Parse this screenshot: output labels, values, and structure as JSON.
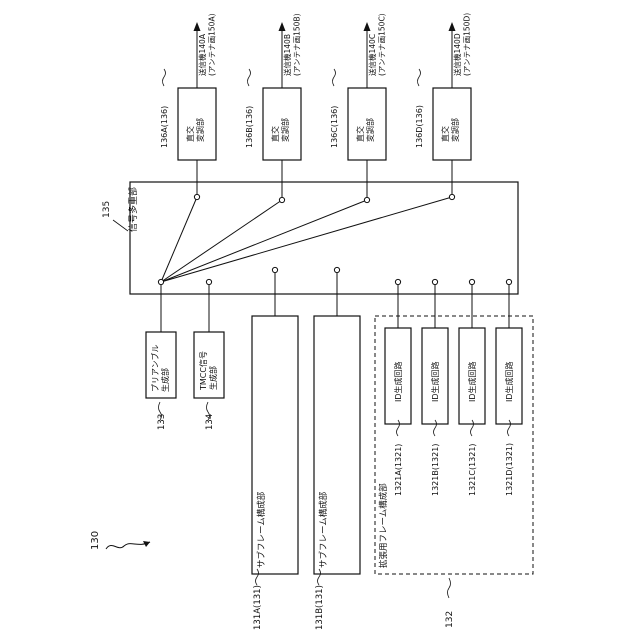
{
  "figure_ref": "130",
  "mux": {
    "ref": "135",
    "label": "信号多重部"
  },
  "modulators": [
    {
      "ref": "136A(136)",
      "label": "直交\n変調部",
      "tx": "送信機140A\n(アンテナ画150A)"
    },
    {
      "ref": "136B(136)",
      "label": "直交\n変調部",
      "tx": "送信機140B\n(アンテナ画150B)"
    },
    {
      "ref": "136C(136)",
      "label": "直交\n変調部",
      "tx": "送信機140C\n(アンテナ画150C)"
    },
    {
      "ref": "136D(136)",
      "label": "直交\n変調部",
      "tx": "送信機140D\n(アンテナ画150D)"
    }
  ],
  "preamble": {
    "ref": "133",
    "label": "プリアンブル\n生成部"
  },
  "tmcc": {
    "ref": "134",
    "label": "TMCC信号\n生成部"
  },
  "subframes": [
    {
      "ref": "131A(131)",
      "label": "サブフレーム構成部"
    },
    {
      "ref": "131B(131)",
      "label": "サブフレーム構成部"
    }
  ],
  "ext_group": {
    "ref": "132",
    "label": "拡張用フレーム構成部"
  },
  "id_circuits": [
    {
      "ref": "1321A(1321)",
      "label": "ID生成回路"
    },
    {
      "ref": "1321B(1321)",
      "label": "ID生成回路"
    },
    {
      "ref": "1321C(1321)",
      "label": "ID生成回路"
    },
    {
      "ref": "1321D(1321)",
      "label": "ID生成回路"
    }
  ]
}
